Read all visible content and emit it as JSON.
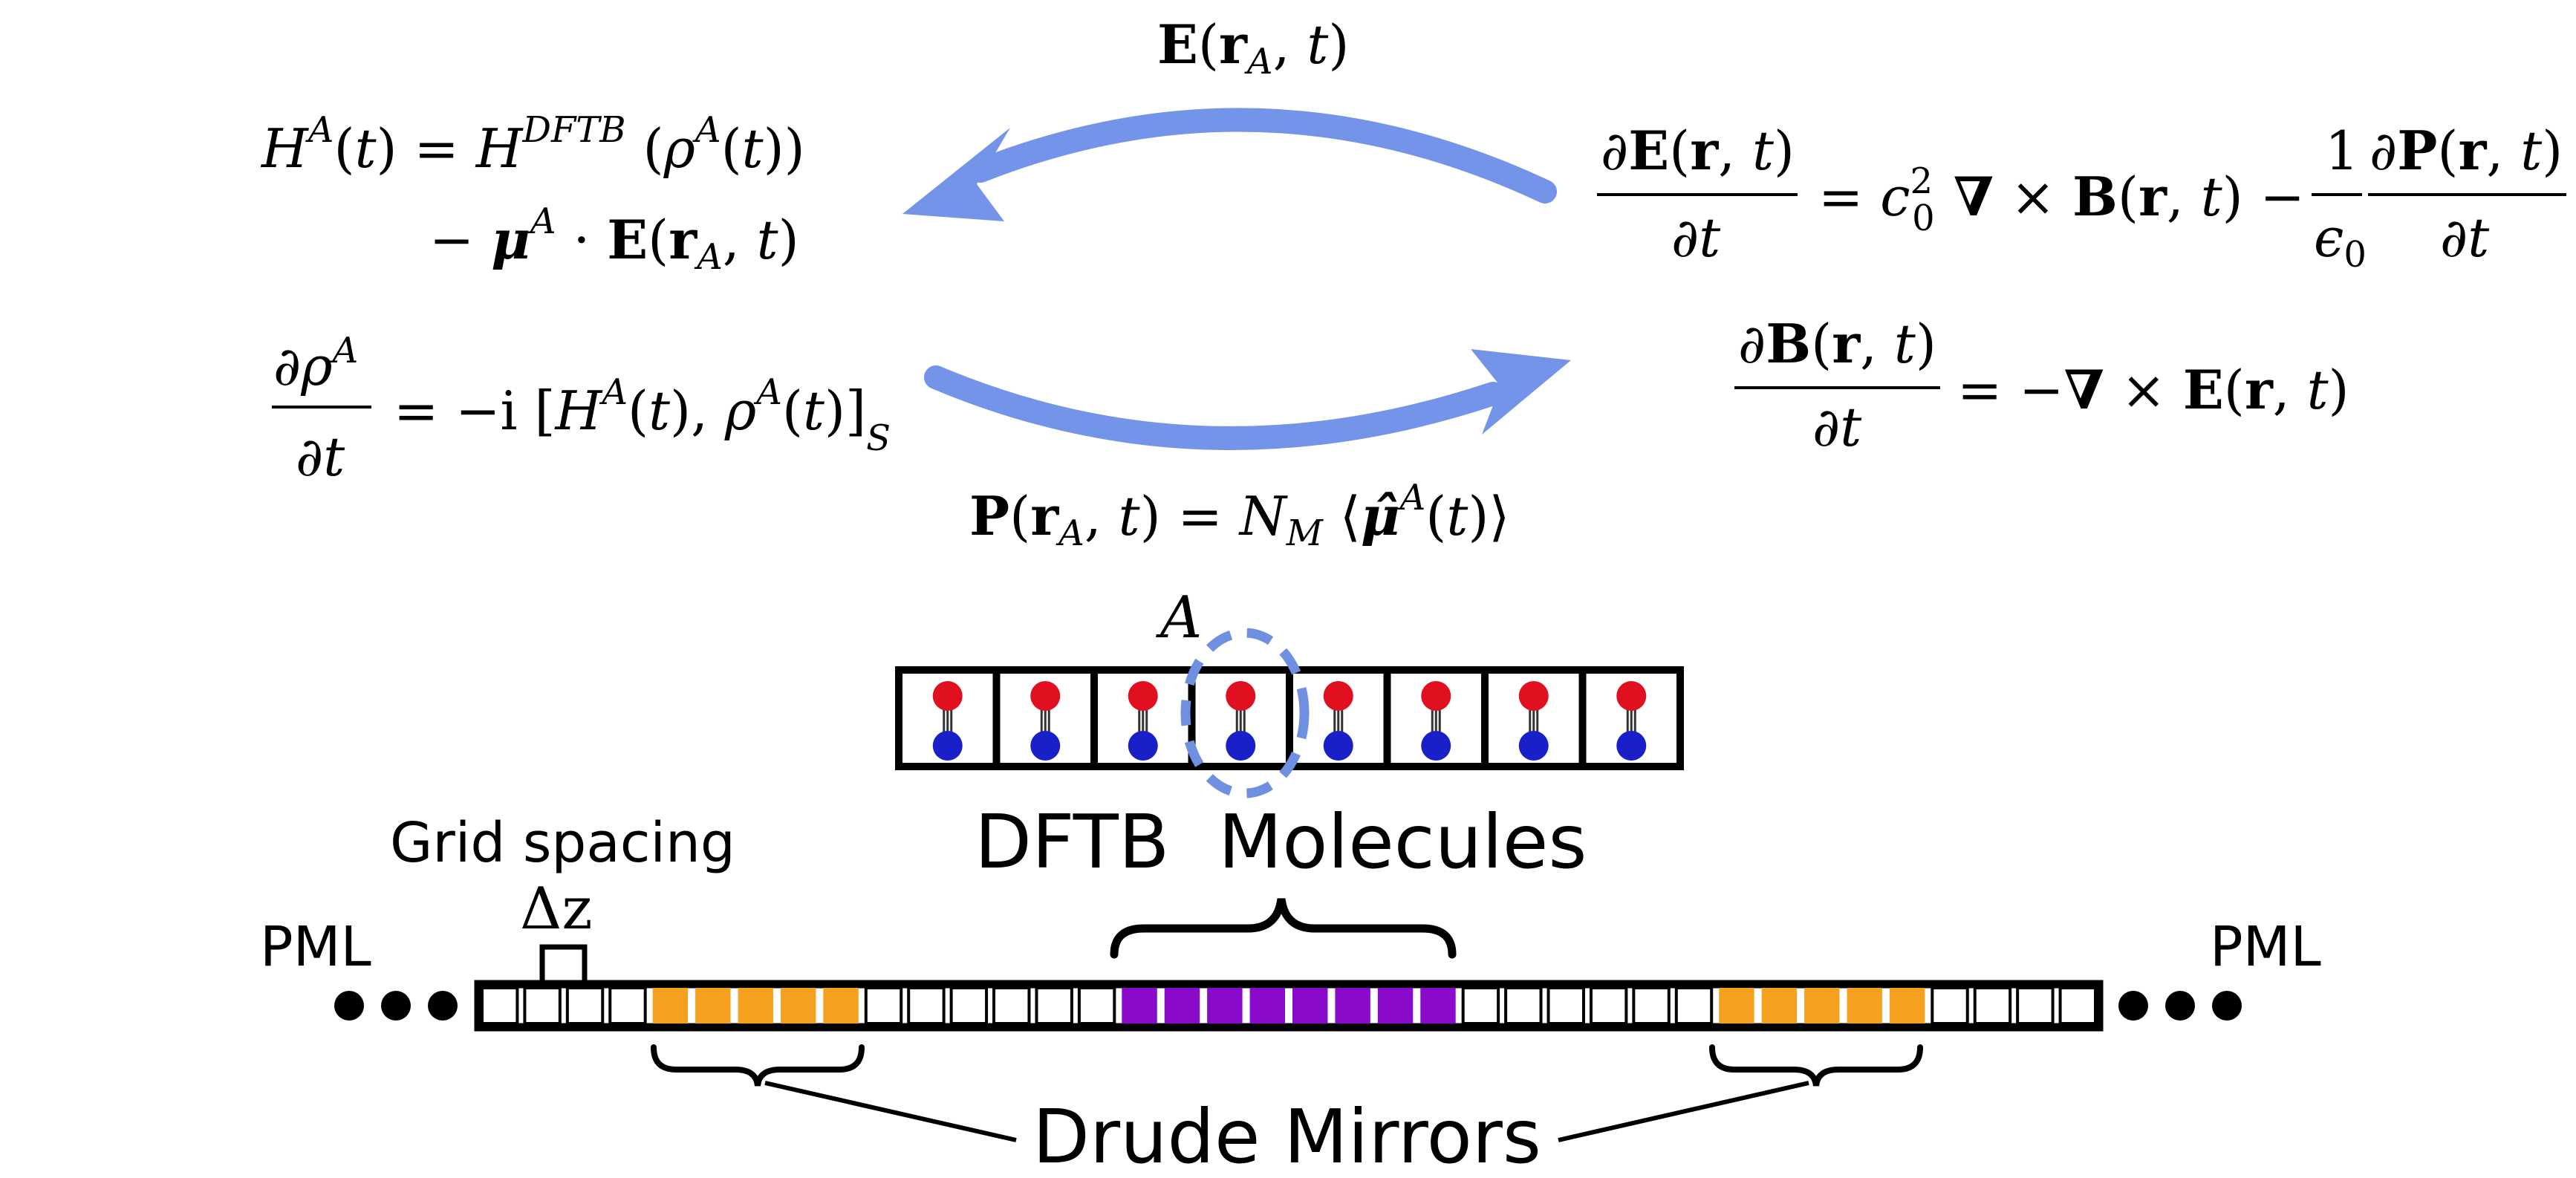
{
  "equations": {
    "top_arrow_label": "E(r_A, t)",
    "hamiltonian_line1": "H^A(t) = H^DFTB (ρ^A(t))",
    "hamiltonian_line2": "− μ^A · E(r_A, t)",
    "liouville": "∂ρ^A/∂t = −i [H^A(t), ρ^A(t)]_S",
    "polarization": "P(r_A, t) = N_M ⟨μ̂^A(t)⟩",
    "ampere": "∂E(r,t)/∂t = c_0^2 ∇ × B(r,t) − (1/ε_0) ∂P(r,t)/∂t",
    "faraday": "∂B(r,t)/∂t = −∇ × E(r,t)"
  },
  "labels": {
    "molecule_label": "A",
    "dftb_label": "DFTB",
    "molecules_label": "Molecules",
    "grid_spacing": "Grid spacing",
    "delta_z": "Δz",
    "pml_left": "PML",
    "pml_right": "PML",
    "drude_mirrors": "Drude Mirrors"
  },
  "colors": {
    "arrow": "#7394e8",
    "drude": "#f5a01f",
    "molecule_cell": "#8a0acb",
    "atom_top": "#e01020",
    "atom_bottom": "#1a20c8",
    "dashed_circle": "#6f8fe0"
  },
  "molecule_row": {
    "count": 8,
    "highlighted_index": 3
  },
  "grid": {
    "cells": [
      "empty",
      "empty",
      "empty",
      "empty",
      "drude",
      "drude",
      "drude",
      "drude",
      "drude",
      "empty",
      "empty",
      "empty",
      "empty",
      "empty",
      "empty",
      "mol",
      "mol",
      "mol",
      "mol",
      "mol",
      "mol",
      "mol",
      "mol",
      "empty",
      "empty",
      "empty",
      "empty",
      "empty",
      "empty",
      "drude",
      "drude",
      "drude",
      "drude",
      "drude",
      "empty",
      "empty",
      "empty",
      "empty"
    ],
    "pml_dots_each_side": 3
  }
}
